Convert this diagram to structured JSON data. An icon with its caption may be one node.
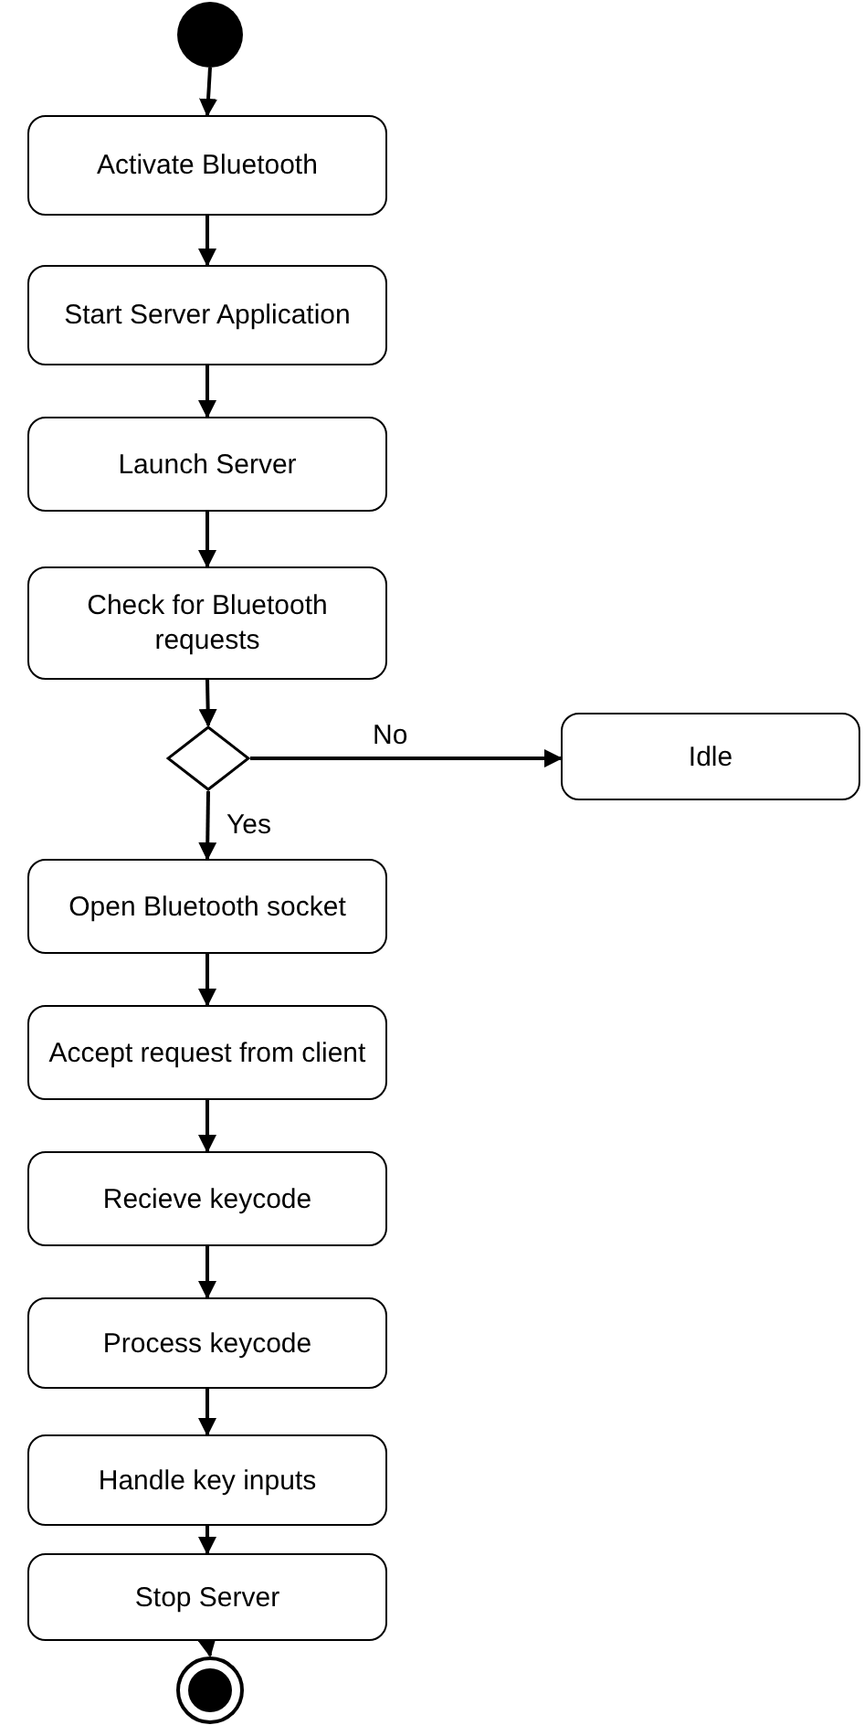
{
  "diagram": {
    "nodes": [
      {
        "text": [],
        "shape": "circle"
      },
      {
        "text": [
          "Activate Bluetooth"
        ]
      },
      {
        "text": [
          "Start Server Application"
        ]
      },
      {
        "text": [
          "Launch Server"
        ]
      },
      {
        "text": [
          "Check for Bluetooth requests"
        ]
      },
      {
        "text": [],
        "shape": "diamond"
      },
      {
        "text": [
          "Idle"
        ]
      },
      {
        "text": [
          "Open Bluetooth socket"
        ]
      },
      {
        "text": [
          "Accept request from client"
        ]
      },
      {
        "text": [
          "Recieve keycode"
        ]
      },
      {
        "text": [
          "Process keycode"
        ]
      },
      {
        "text": [
          "Handle key inputs"
        ]
      },
      {
        "text": [
          "Stop Server"
        ]
      },
      {
        "text": [],
        "shape": "circle"
      }
    ],
    "edges": [
      {
        "from": 0,
        "to": 1,
        "arrow": "to"
      },
      {
        "from": 1,
        "to": 2,
        "arrow": "to"
      },
      {
        "from": 2,
        "to": 3,
        "arrow": "to"
      },
      {
        "from": 3,
        "to": 4,
        "arrow": "to"
      },
      {
        "from": 4,
        "to": 5,
        "arrow": "to"
      },
      {
        "from": 5,
        "to": 6,
        "arrow": "to",
        "label": "No"
      },
      {
        "from": 5,
        "to": 7,
        "arrow": "to",
        "label": "Yes"
      },
      {
        "from": 7,
        "to": 8,
        "arrow": "to"
      },
      {
        "from": 8,
        "to": 9,
        "arrow": "to"
      },
      {
        "from": 9,
        "to": 10,
        "arrow": "to"
      },
      {
        "from": 10,
        "to": 11,
        "arrow": "to"
      },
      {
        "from": 11,
        "to": 12,
        "arrow": "to"
      },
      {
        "from": 12,
        "to": 13,
        "arrow": "to"
      }
    ]
  }
}
